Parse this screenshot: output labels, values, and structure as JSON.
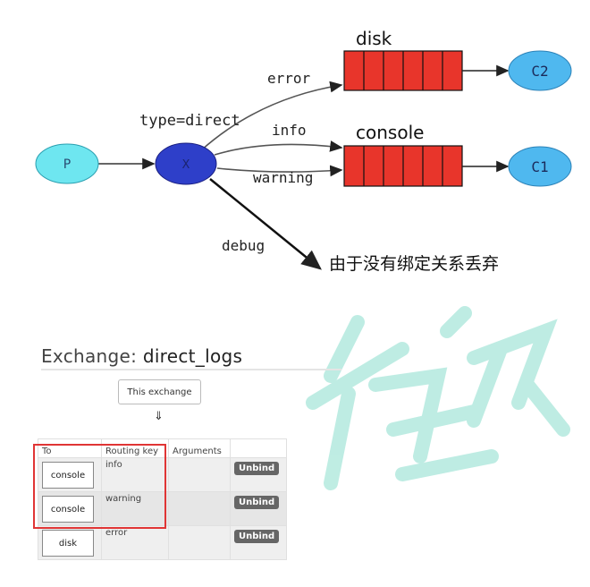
{
  "diagram": {
    "producer": "P",
    "exchange": "X",
    "exchange_type": "type=direct",
    "queues": [
      {
        "name": "disk",
        "consumer": "C2"
      },
      {
        "name": "console",
        "consumer": "C1"
      }
    ],
    "routes": {
      "error": "error",
      "info": "info",
      "warning": "warning",
      "debug": "debug"
    },
    "discard_note": "由于没有绑定关系丢弃",
    "colors": {
      "producer": "#6ee6f0",
      "exchange": "#2e3fc9",
      "queue": "#e8352b",
      "consumer": "#4fb8ef"
    }
  },
  "exchange_panel": {
    "title_prefix": "Exchange: ",
    "title_name": "direct_logs",
    "this_exchange": "This exchange",
    "arrow": "⇓",
    "columns": [
      "To",
      "Routing key",
      "Arguments",
      ""
    ],
    "rows": [
      {
        "to": "console",
        "routing_key": "info",
        "arguments": "",
        "action": "Unbind"
      },
      {
        "to": "console",
        "routing_key": "warning",
        "arguments": "",
        "action": "Unbind"
      },
      {
        "to": "disk",
        "routing_key": "error",
        "arguments": "",
        "action": "Unbind"
      }
    ]
  },
  "watermark": {
    "text": "硅谷",
    "color": "#b8ebe0"
  }
}
